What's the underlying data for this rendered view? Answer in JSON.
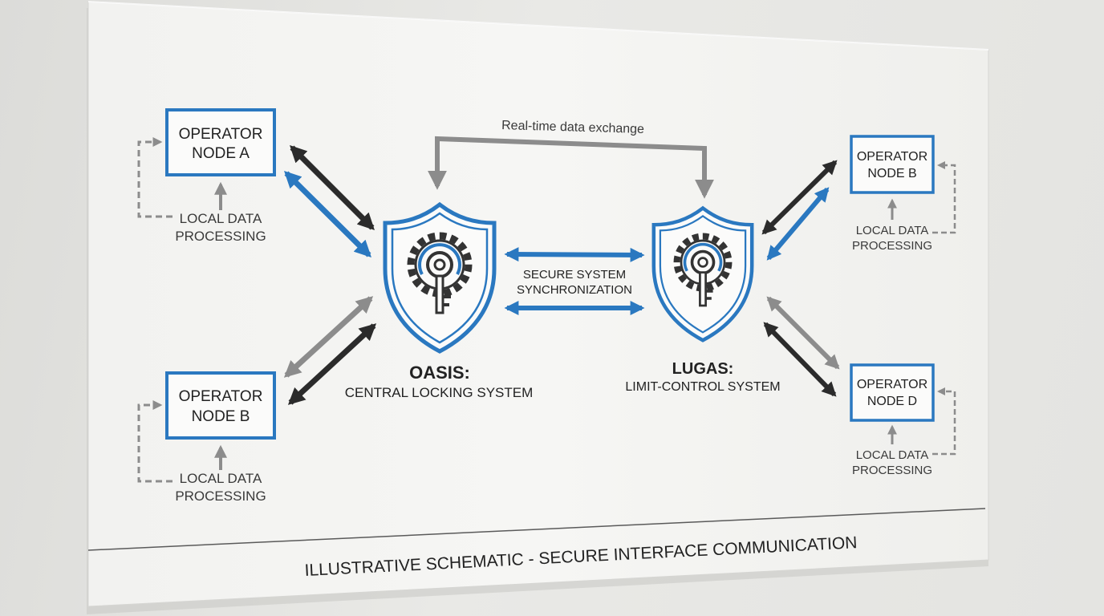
{
  "diagram": {
    "top_link_label": "Real-time data exchange",
    "sync_label": [
      "SECURE SYSTEM",
      "SYNCHRONIZATION"
    ],
    "footer": "ILLUSTRATIVE SCHEMATIC - SECURE INTERFACE COMMUNICATION",
    "oasis": {
      "name": "OASIS:",
      "subtitle": "CENTRAL LOCKING SYSTEM",
      "icon": "shield-gear-key-icon"
    },
    "lugas": {
      "name": "LUGAS:",
      "subtitle": "LIMIT-CONTROL SYSTEM",
      "icon": "shield-gear-key-icon"
    },
    "nodes": [
      {
        "line1": "OPERATOR",
        "line2": "NODE A",
        "local1": "LOCAL DATA",
        "local2": "PROCESSING"
      },
      {
        "line1": "OPERATOR",
        "line2": "NODE B",
        "local1": "LOCAL DATA",
        "local2": "PROCESSING"
      },
      {
        "line1": "OPERATOR",
        "line2": "NODE B",
        "local1": "LOCAL DATA",
        "local2": "PROCESSING"
      },
      {
        "line1": "OPERATOR",
        "line2": "NODE D",
        "local1": "LOCAL DATA",
        "local2": "PROCESSING"
      }
    ],
    "colors": {
      "blue": "#2a78c0",
      "dark": "#2b2b2b",
      "gray": "#8c8c8c"
    }
  }
}
